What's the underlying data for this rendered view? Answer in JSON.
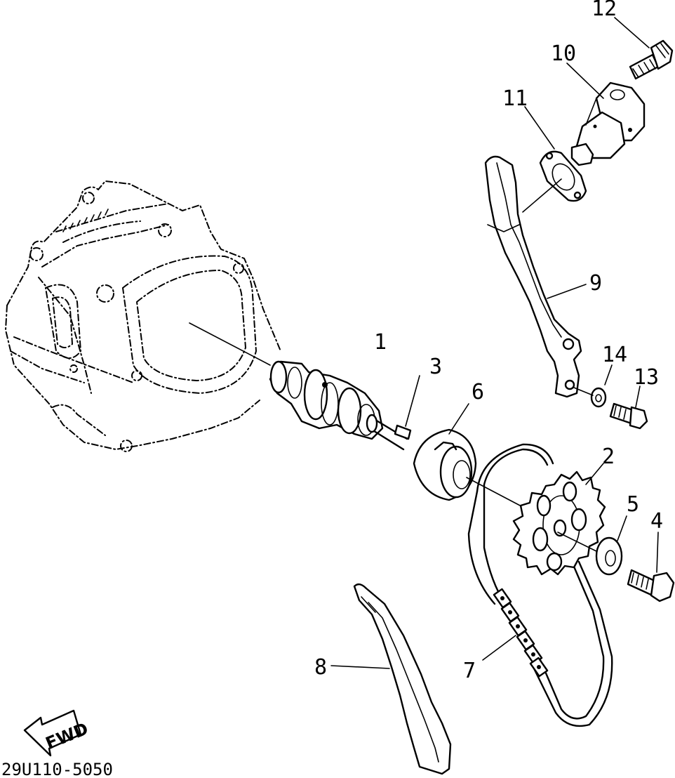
{
  "diagram_code": "29U110-5050",
  "fwd_label": "FWD",
  "labels": {
    "p1": "1",
    "p2": "2",
    "p3": "3",
    "p4": "4",
    "p5": "5",
    "p6": "6",
    "p7": "7",
    "p8": "8",
    "p9": "9",
    "p10": "10",
    "p11": "11",
    "p12": "12",
    "p13": "13",
    "p14": "14"
  }
}
